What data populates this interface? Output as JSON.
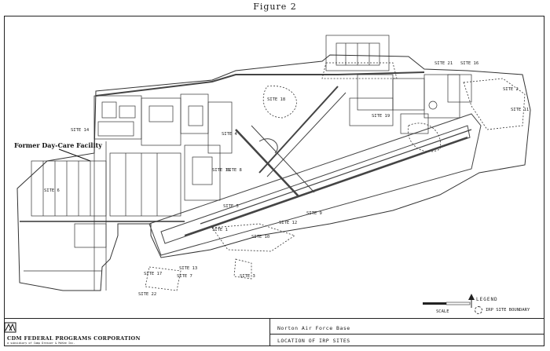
{
  "figure_title": "Figure 2",
  "callout": "Former Day-Care Facility",
  "sites": [
    {
      "label": "SITE 21"
    },
    {
      "label": "SITE 16"
    },
    {
      "label": "SITE 2"
    },
    {
      "label": "SITE 11"
    },
    {
      "label": "SITE 18"
    },
    {
      "label": "SITE 19"
    },
    {
      "label": "SITE 14"
    },
    {
      "label": "SITE 4"
    },
    {
      "label": "SITE 8"
    },
    {
      "label": "SITE 15"
    },
    {
      "label": "SITE 6"
    },
    {
      "label": "SITE 9"
    },
    {
      "label": "SITE 12"
    },
    {
      "label": "SITE 10"
    },
    {
      "label": "SITE 5"
    },
    {
      "label": "SITE 1"
    },
    {
      "label": "SITE 13"
    },
    {
      "label": "SITE 17"
    },
    {
      "label": "SITE 7"
    },
    {
      "label": "SITE 22"
    },
    {
      "label": "SITE 3"
    }
  ],
  "legend": {
    "title": "LEGEND",
    "item": "IRP SITE BOUNDARY"
  },
  "scale_label": "SCALE",
  "title_block": {
    "company": "CDM FEDERAL PROGRAMS CORPORATION",
    "subtitle": "a subsidiary of Camp Dresser & McKee Inc.",
    "base_name": "Norton Air Force Base",
    "map_title": "LOCATION OF IRP SITES"
  }
}
